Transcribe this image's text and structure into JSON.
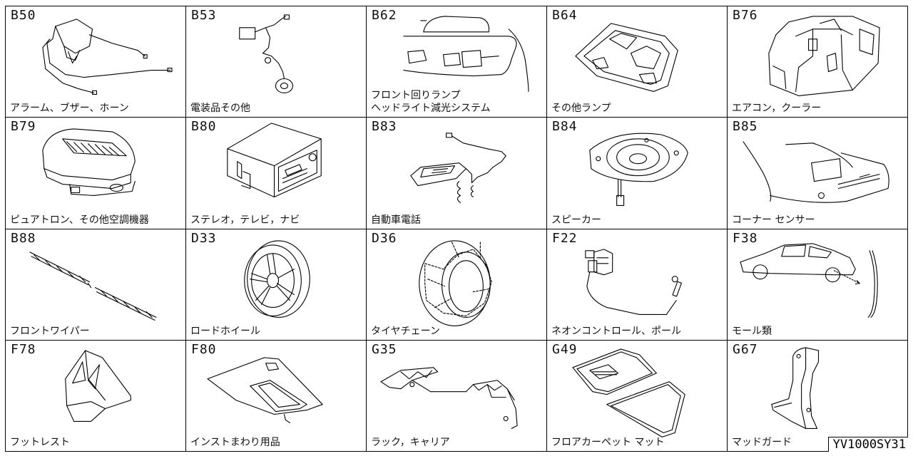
{
  "doc_id": "YV1000SY31",
  "cells": [
    {
      "code": "B50",
      "label": "アラーム、ブザー、ホーン",
      "icon": "horn-buzzer-icon"
    },
    {
      "code": "B53",
      "label": "電装品その他",
      "icon": "electrical-parts-icon"
    },
    {
      "code": "B62",
      "label": "フロント回りランプ\nヘッドライト減光システム",
      "icon": "front-lamp-icon"
    },
    {
      "code": "B64",
      "label": "その他ランプ",
      "icon": "room-lamp-icon"
    },
    {
      "code": "B76",
      "label": "エアコン，クーラー",
      "icon": "air-conditioner-icon"
    },
    {
      "code": "B79",
      "label": "ピュアトロン、その他空調機器",
      "icon": "air-purifier-icon"
    },
    {
      "code": "B80",
      "label": "ステレオ，テレビ，ナビ",
      "icon": "car-stereo-icon"
    },
    {
      "code": "B83",
      "label": "自動車電話",
      "icon": "car-phone-icon"
    },
    {
      "code": "B84",
      "label": "スピーカー",
      "icon": "speaker-icon"
    },
    {
      "code": "B85",
      "label": "コーナー センサー",
      "icon": "corner-sensor-icon"
    },
    {
      "code": "B88",
      "label": "フロントワイパー",
      "icon": "wiper-blade-icon"
    },
    {
      "code": "D33",
      "label": "ロードホイール",
      "icon": "road-wheel-icon"
    },
    {
      "code": "D36",
      "label": "タイヤチェーン",
      "icon": "tire-chain-icon"
    },
    {
      "code": "F22",
      "label": "ネオンコントロール、ポール",
      "icon": "neon-control-icon"
    },
    {
      "code": "F38",
      "label": "モール類",
      "icon": "molding-icon"
    },
    {
      "code": "F78",
      "label": "フットレスト",
      "icon": "footrest-icon"
    },
    {
      "code": "F80",
      "label": "インストまわり用品",
      "icon": "console-tray-icon"
    },
    {
      "code": "G35",
      "label": "ラック，キャリア",
      "icon": "roof-rack-icon"
    },
    {
      "code": "G49",
      "label": "フロアカーペット マット",
      "icon": "floor-mat-icon"
    },
    {
      "code": "G67",
      "label": "マッドガード",
      "icon": "mud-guard-icon"
    }
  ]
}
